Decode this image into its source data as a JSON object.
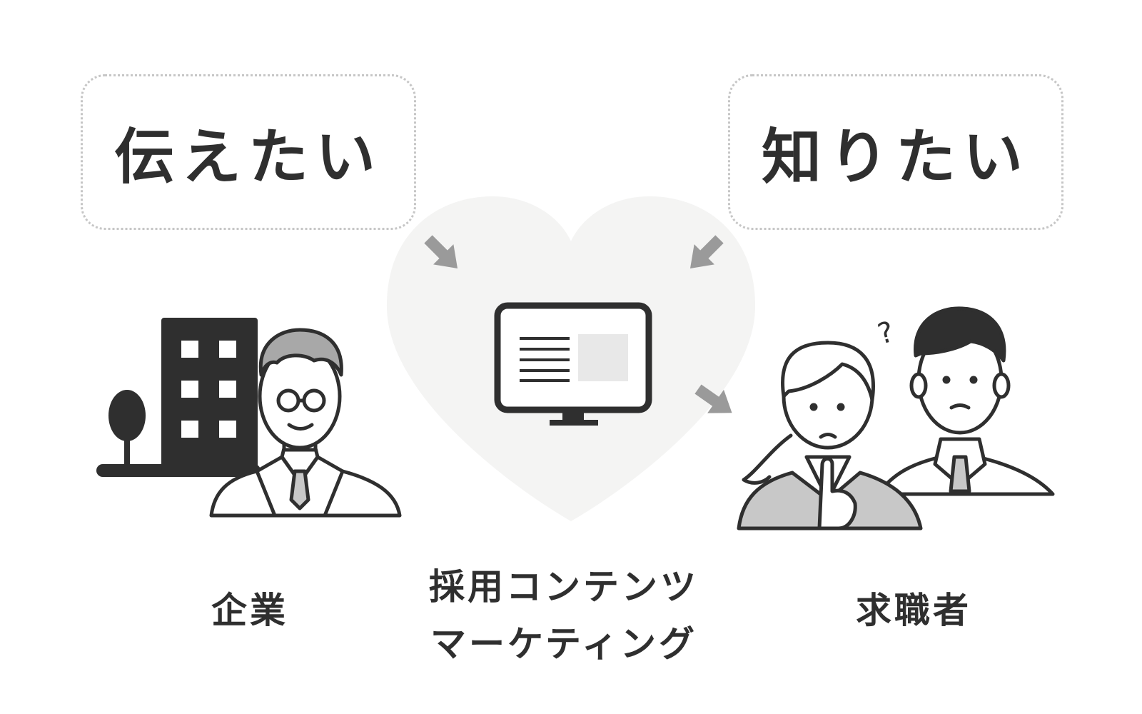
{
  "left_bubble": {
    "text": "伝えたい"
  },
  "right_bubble": {
    "text": "知りたい"
  },
  "left_label": "企業",
  "right_label": "求職者",
  "center_label": {
    "line1": "採用コンテンツ",
    "line2": "マーケティング"
  },
  "colors": {
    "ink": "#2f2f2f",
    "heart": "#f4f4f3",
    "arrow": "#9a9a9a",
    "dotted_border": "#c6c6c6",
    "suit_gray": "#c8c8c8",
    "hair_gray": "#a8a8a8"
  },
  "icons": [
    "building-icon",
    "tree-icon",
    "businessman-icon",
    "monitor-icon",
    "woman-icon",
    "man-icon",
    "question-mark-icon",
    "heart-shape",
    "arrow-icon"
  ]
}
